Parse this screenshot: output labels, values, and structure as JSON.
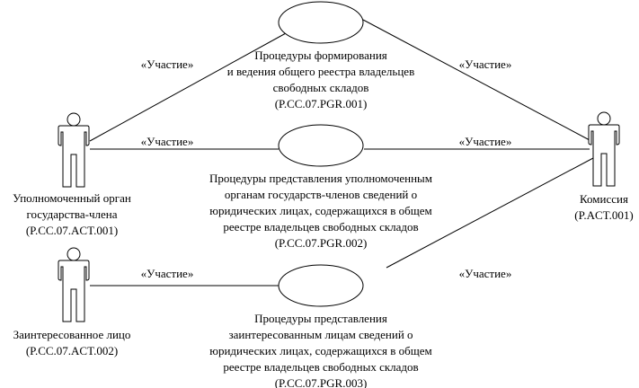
{
  "actors": [
    {
      "name_lines": [
        "Уполномоченный орган",
        "государства-члена",
        "(P.CC.07.ACT.001)"
      ]
    },
    {
      "name_lines": [
        "Заинтересованное лицо",
        "(P.CC.07.ACT.002)"
      ]
    },
    {
      "name_lines": [
        "Комиссия",
        "(P.ACT.001)"
      ]
    }
  ],
  "use_cases": [
    {
      "lines": [
        "Процедуры формирования",
        "и ведения общего реестра владельцев",
        "свободных складов",
        "(P.CC.07.PGR.001)"
      ]
    },
    {
      "lines": [
        "Процедуры представления уполномоченным",
        "органам государств-членов сведений о",
        "юридических лицах, содержащихся в общем",
        "реестре владельцев свободных складов",
        "(P.CC.07.PGR.002)"
      ]
    },
    {
      "lines": [
        "Процедуры представления",
        "заинтересованным лицам сведений о",
        "юридических лицах, содержащихся в общем",
        "реестре владельцев свободных складов",
        "(P.CC.07.PGR.003)"
      ]
    }
  ],
  "associations": [
    {
      "label": "«Участие»"
    },
    {
      "label": "«Участие»"
    },
    {
      "label": "«Участие»"
    },
    {
      "label": "«Участие»"
    },
    {
      "label": "«Участие»"
    },
    {
      "label": "«Участие»"
    }
  ]
}
